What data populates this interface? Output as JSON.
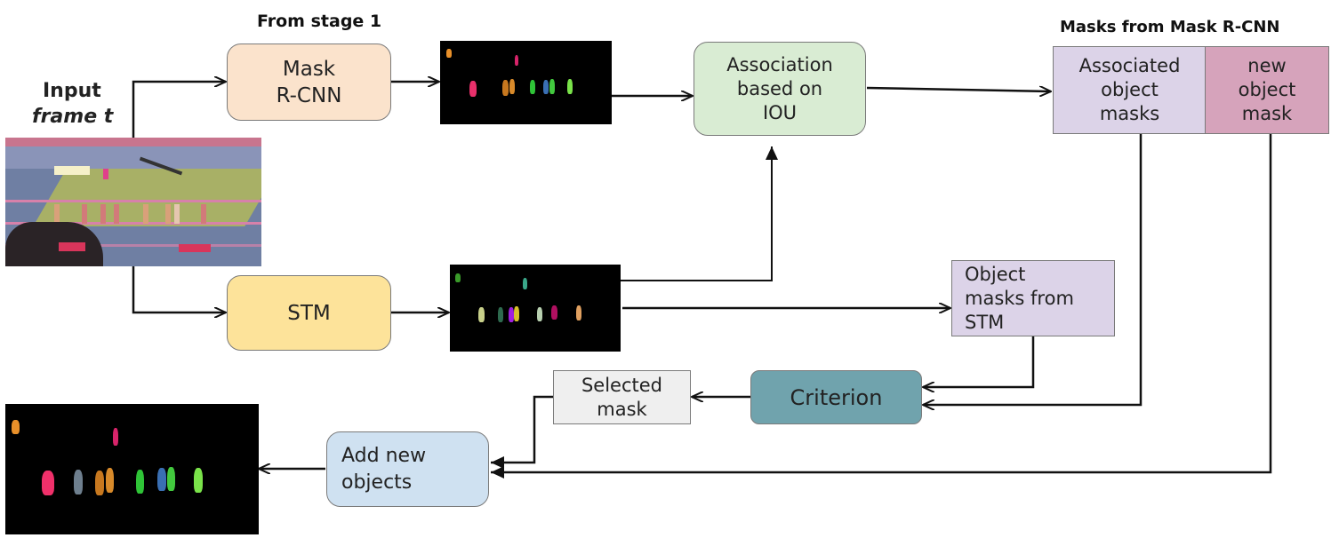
{
  "labels": {
    "from_stage1": "From stage 1",
    "input_line1": "Input",
    "input_line2": "frame t",
    "masks_from_mask_rcnn": "Masks from Mask R-CNN"
  },
  "nodes": {
    "mask_rcnn": {
      "line1": "Mask",
      "line2": "R-CNN",
      "color": "#fbe3cc"
    },
    "stm": {
      "line1": "STM",
      "color": "#fde39a"
    },
    "association": {
      "line1": "Association",
      "line2": "based on",
      "line3": "IOU",
      "color": "#d9ecd3"
    },
    "associated_masks": {
      "line1": "Associated",
      "line2": "object",
      "line3": "masks",
      "color": "#dcd3e8"
    },
    "new_object_mask": {
      "line1": "new",
      "line2": "object",
      "line3": "mask",
      "color": "#d6a3bb"
    },
    "stm_masks": {
      "line1": "Object",
      "line2": "masks from",
      "line3": "STM",
      "color": "#dcd3e8"
    },
    "criterion": {
      "line1": "Criterion",
      "color": "#70a3ad"
    },
    "selected_mask": {
      "line1": "Selected",
      "line2": "mask",
      "color": "#efefef"
    },
    "add_new_objects": {
      "line1": "Add new",
      "line2": "objects",
      "color": "#cfe1f1"
    }
  },
  "images": {
    "input_frame": "input-frame-hurdles-race",
    "mask_rcnn_output": "mask-rcnn-segmentation-masks",
    "stm_output": "stm-segmentation-masks",
    "final_output": "final-combined-masks"
  }
}
